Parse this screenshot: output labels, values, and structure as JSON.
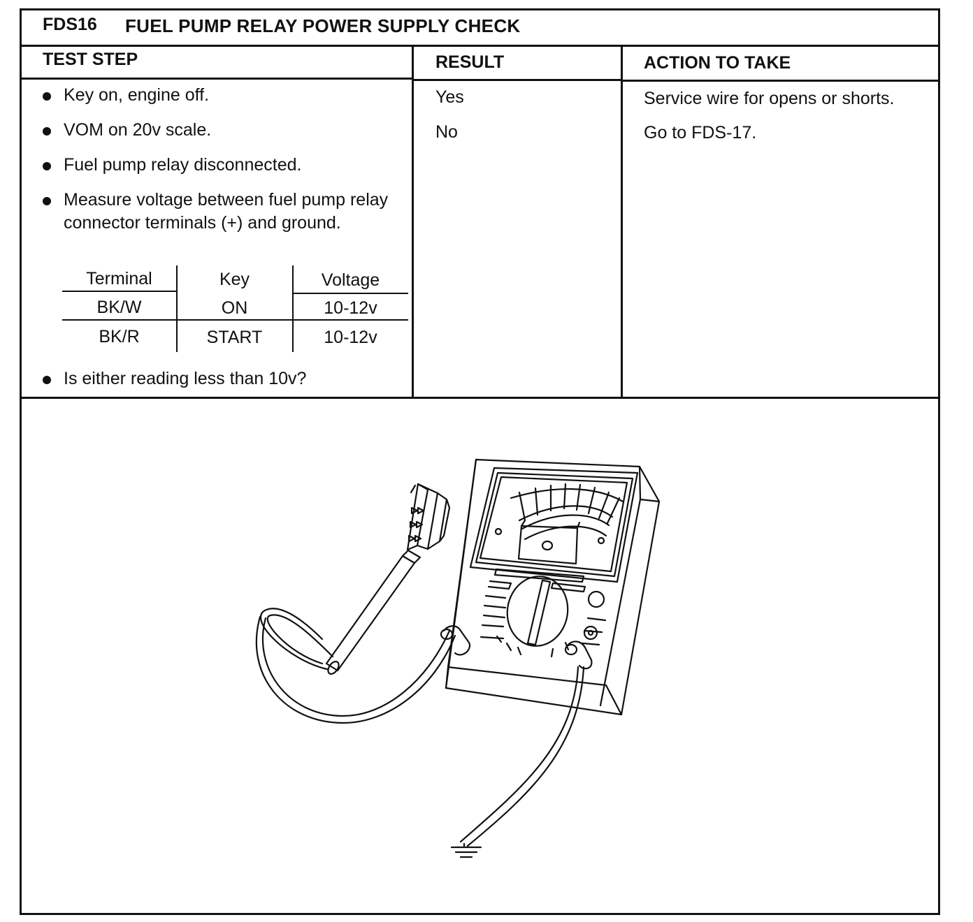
{
  "title": {
    "code": "FDS16",
    "text": "FUEL PUMP RELAY POWER SUPPLY CHECK"
  },
  "headers": {
    "test_step": "TEST STEP",
    "result": "RESULT",
    "action": "ACTION TO TAKE"
  },
  "test_steps": [
    "Key on, engine off.",
    "VOM on 20v scale.",
    "Fuel pump relay disconnected.",
    "Measure voltage between fuel pump relay connector terminals (+) and ground."
  ],
  "final_step": "Is either reading less than 10v?",
  "terminal_table": {
    "headers": [
      "Terminal",
      "Key",
      "Voltage"
    ],
    "rows": [
      [
        "BK/W",
        "ON",
        "10-12v"
      ],
      [
        "BK/R",
        "START",
        "10-12v"
      ]
    ]
  },
  "results": [
    {
      "result": "Yes",
      "action": "Service wire for opens or shorts."
    },
    {
      "result": "No",
      "action": "Go to FDS-17."
    }
  ],
  "illustration": {
    "icons": [
      "voltmeter-icon",
      "relay-connector-icon",
      "ground-symbol-icon"
    ]
  }
}
